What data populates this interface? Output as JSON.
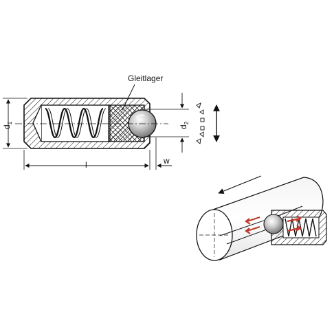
{
  "labels": {
    "bearing": "Gleitlager",
    "d1_main": "d",
    "d1_sub": "1",
    "d2_main": "d",
    "d2_sub": "2",
    "length": "l",
    "width": "w"
  },
  "colors": {
    "ink": "#111111",
    "steel_body": "#d0d0d0",
    "ball": "#b8b8b8",
    "accent_arrows": "#c0392b"
  }
}
